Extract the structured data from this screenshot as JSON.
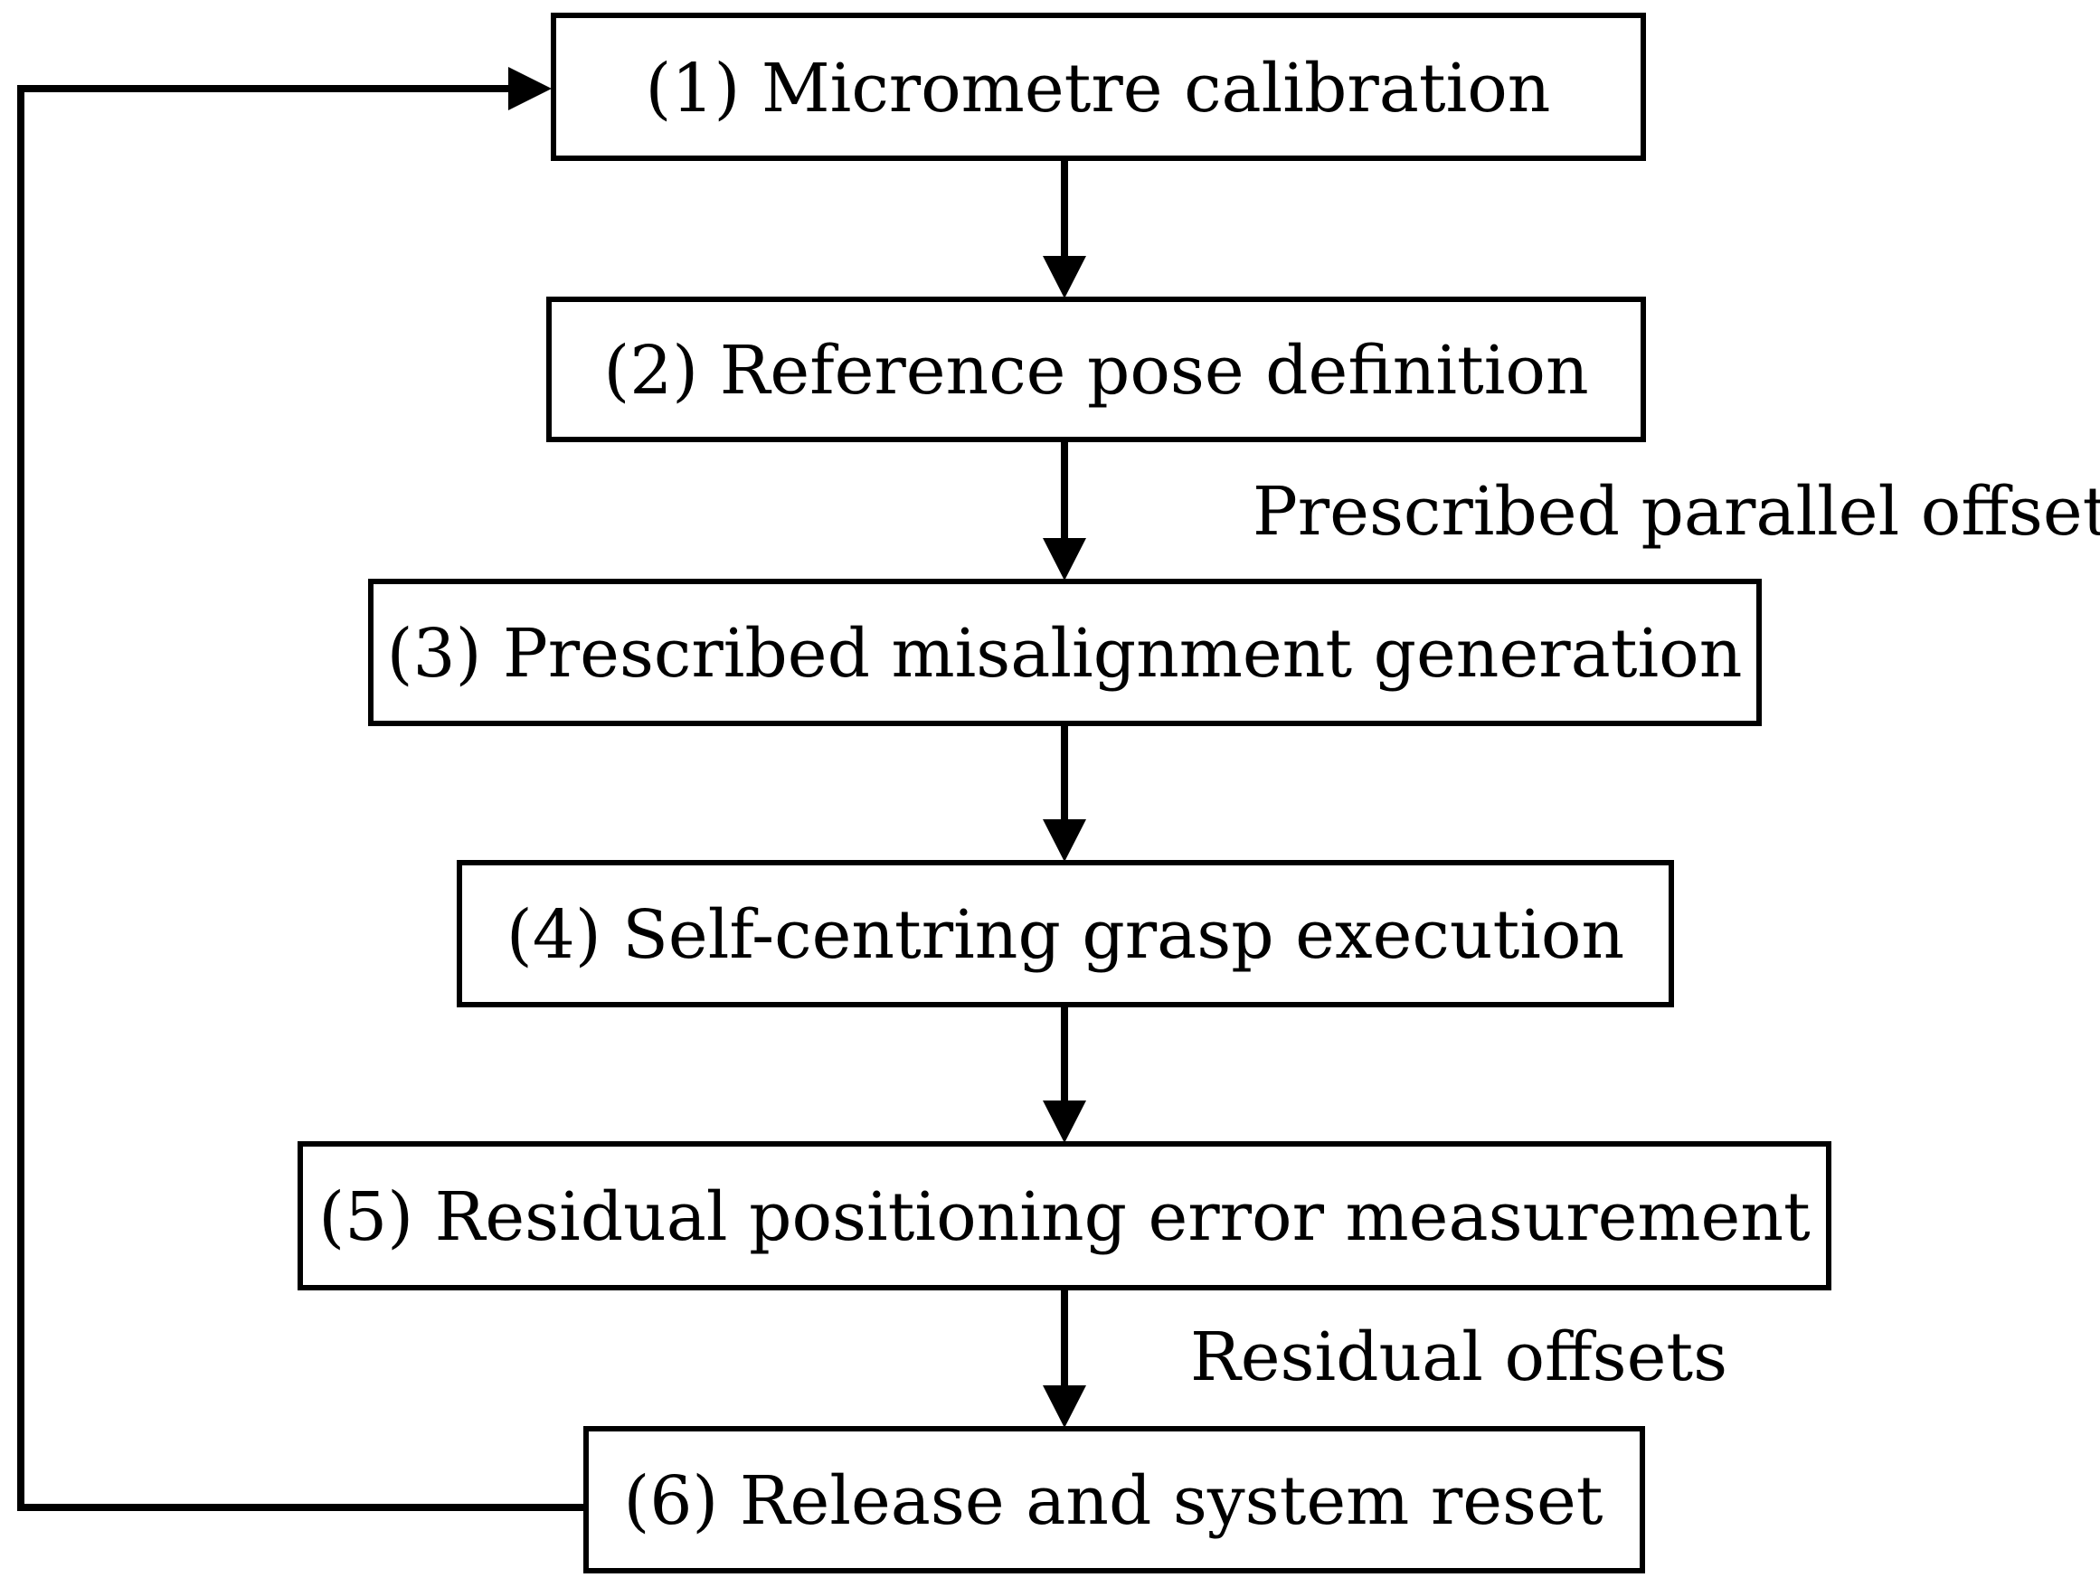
{
  "steps": [
    {
      "number": "(1)",
      "text": "(1) Micrometre calibration"
    },
    {
      "number": "(2)",
      "text": "(2) Reference pose definition"
    },
    {
      "number": "(3)",
      "text": "(3) Prescribed misalignment generation"
    },
    {
      "number": "(4)",
      "text": "(4) Self-centring grasp execution"
    },
    {
      "number": "(5)",
      "text": "(5) Residual positioning error measurement"
    },
    {
      "number": "(6)",
      "text": "(6) Release and system reset"
    }
  ],
  "edge_labels": {
    "step2_to_step3": "Prescribed parallel offsets",
    "step5_to_step6": "Residual offsets"
  },
  "colors": {
    "stroke": "#000000",
    "background": "#ffffff"
  }
}
